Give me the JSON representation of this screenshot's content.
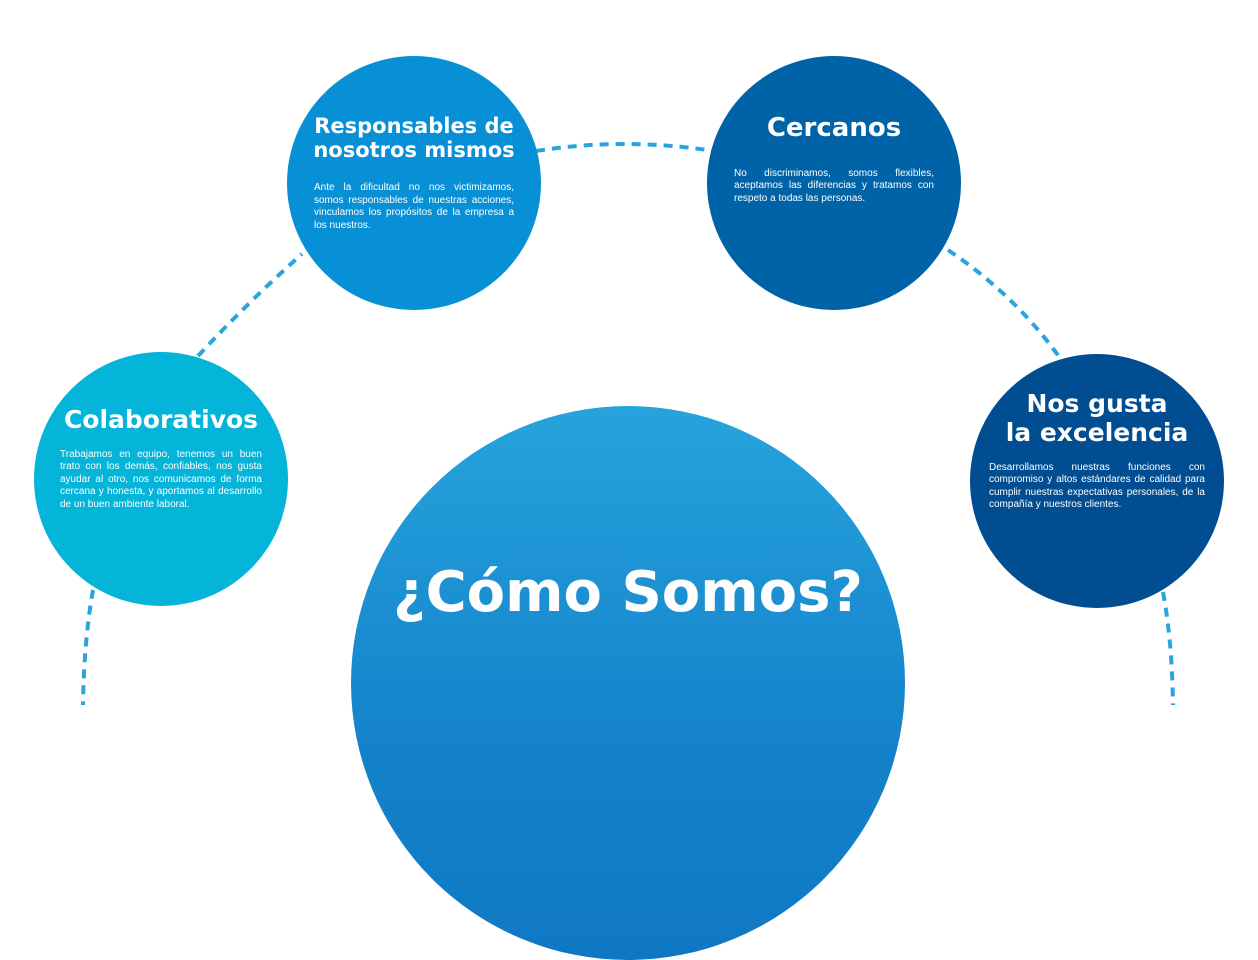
{
  "colors": {
    "colaborativos": "#04b4d9",
    "responsables": "#0790d6",
    "cercanos": "#0063a7",
    "excelencia": "#004d91",
    "main": "#1a8fd3",
    "dashed_line": "#2aa5dc"
  },
  "main_title": "¿Cómo Somos?",
  "values": [
    {
      "id": "colaborativos",
      "title": "Colaborativos",
      "text": "Trabajamos en equipo, tenemos un buen trato con los demás, confiables, nos gusta ayudar al otro, nos comunicamos de forma cercana y honesta, y aportamos al desarrollo de un buen ambiente laboral."
    },
    {
      "id": "responsables",
      "title": "Responsables de nosotros mismos",
      "text": "Ante la dificultad no nos victimizamos, somos responsables de nuestras acciones, vinculamos los propósitos de la empresa a los nuestros."
    },
    {
      "id": "cercanos",
      "title": "Cercanos",
      "text": "No discriminamos, somos flexibles, aceptamos las diferencias y tratamos con respeto a todas las personas."
    },
    {
      "id": "excelencia",
      "title_line1": "Nos gusta",
      "title_line2": "la excelencia",
      "text": "Desarrollamos nuestras funciones con compromiso y altos estándares de calidad para cumplir nuestras expectativas personales, de la compañía y nuestros clientes."
    }
  ]
}
